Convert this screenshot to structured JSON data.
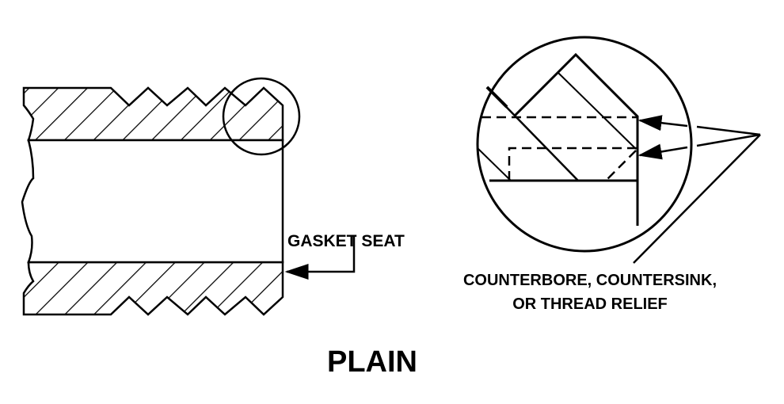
{
  "labels": {
    "gasket_seat": "GASKET SEAT",
    "detail_line1": "COUNTERBORE, COUNTERSINK,",
    "detail_line2": "OR THREAD RELIEF",
    "title": "PLAIN"
  },
  "colors": {
    "ink": "#000000",
    "background": "#ffffff"
  }
}
